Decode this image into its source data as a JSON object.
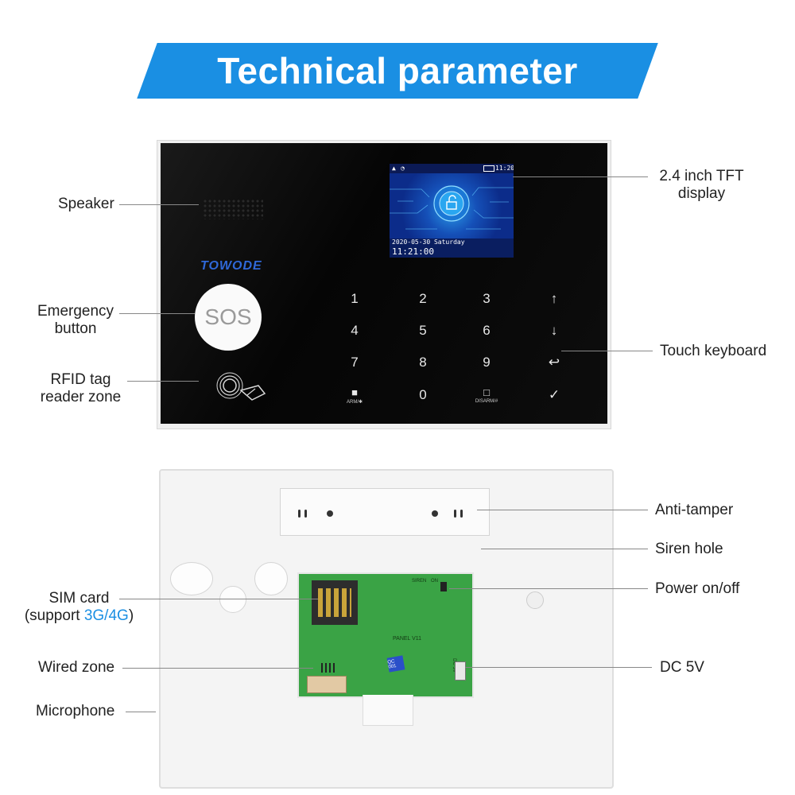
{
  "banner": {
    "title": "Technical parameter"
  },
  "labels": {
    "speaker": "Speaker",
    "emergency_line1": "Emergency",
    "emergency_line2": "button",
    "rfid_line1": "RFID tag",
    "rfid_line2": "reader zone",
    "display_line1": "2.4 inch TFT",
    "display_line2": "display",
    "touch_keyboard": "Touch keyboard",
    "anti_tamper": "Anti-tamper",
    "siren_hole": "Siren hole",
    "power": "Power on/off",
    "sim_line1": "SIM card",
    "sim_support_prefix": "(support ",
    "sim_support_accent": "3G/4G",
    "sim_support_suffix": ")",
    "wired_zone": "Wired zone",
    "dc": "DC 5V",
    "microphone": "Microphone"
  },
  "device": {
    "brand": "TOWODE",
    "sos_label": "SOS",
    "screen": {
      "status_time": "11:20",
      "date": "2020-05-30 Saturday",
      "time": "11:21:00"
    },
    "keypad": {
      "row1": [
        "1",
        "2",
        "3",
        "↑"
      ],
      "row2": [
        "4",
        "5",
        "6",
        "↓"
      ],
      "row3": [
        "7",
        "8",
        "9",
        "↩"
      ],
      "arm_label": "ARM/✱",
      "zero": "0",
      "disarm_label": "DISARM/#",
      "confirm": "✓"
    },
    "pcb": {
      "panel_label": "PANEL V11",
      "siren_label": "SIREN",
      "on_label": "ON",
      "qc_label": "QC 001",
      "dc_label": "DC 5V"
    }
  },
  "colors": {
    "banner": "#1a8fe3",
    "accent": "#1a8fe3",
    "brand": "#2f68d8",
    "pcb": "#3aa345"
  }
}
